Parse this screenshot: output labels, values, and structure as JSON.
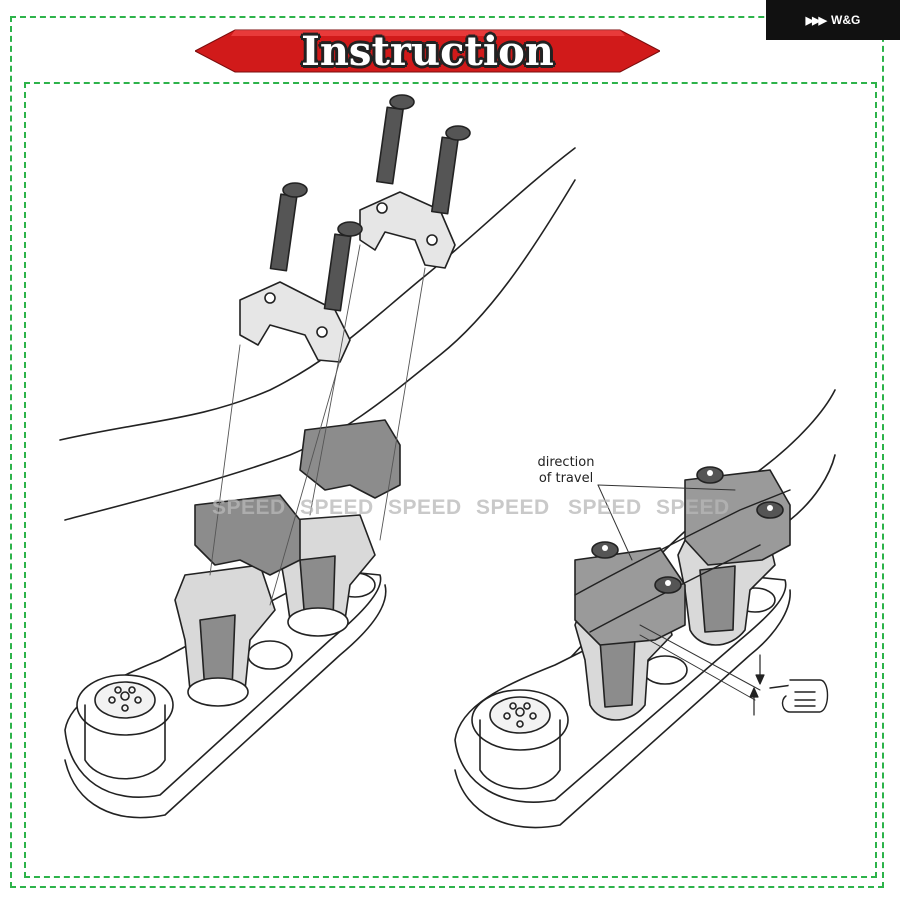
{
  "brand": {
    "logo_text": "W&G"
  },
  "banner": {
    "title": "Instruction"
  },
  "annotation": {
    "line1": "direction",
    "line2": "of travel"
  },
  "watermarks": [
    "SPEED",
    "SPEED",
    "SPEED",
    "SPEED",
    "SPEED",
    "SPEED"
  ],
  "colors": {
    "frame": "#2db34a",
    "banner_red": "#d11a1a",
    "logo_bg": "#111111",
    "part_gray": "#8c8c8c"
  }
}
